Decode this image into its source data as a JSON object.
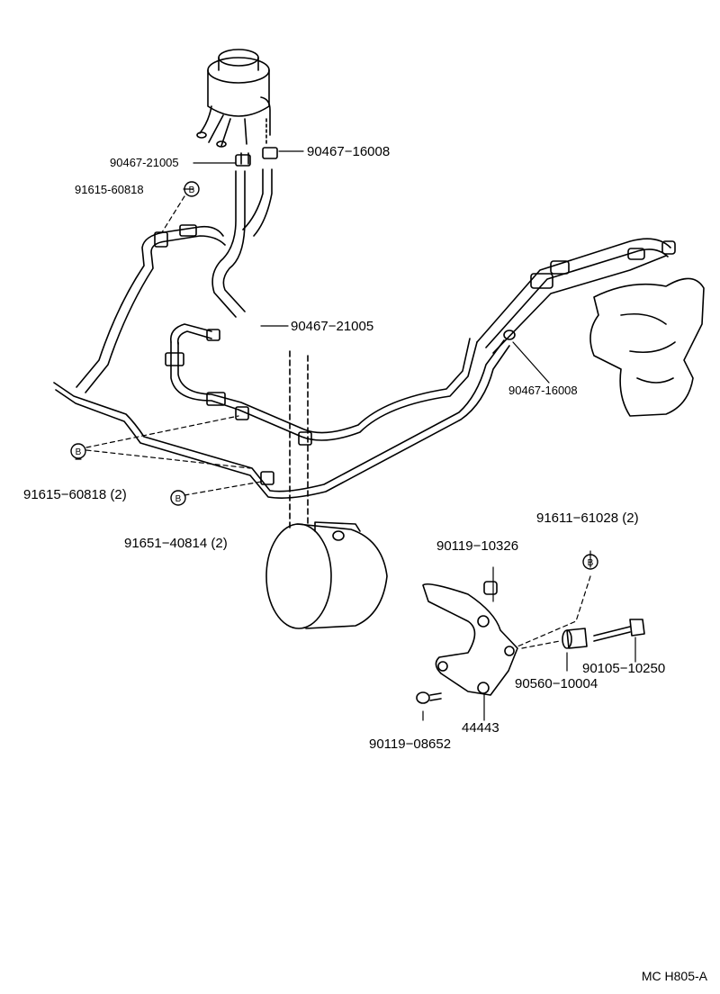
{
  "labels": {
    "clamp_upper_right": "90467−16008",
    "clamp_upper_left": "90467-21005",
    "bolt_upper_left": "91615-60818",
    "clamp_middle": "90467−21005",
    "clamp_right": "90467-16008",
    "bolt_lower_left": "91615−60818 (2)",
    "bolt_lower_mid": "91651−40814 (2)",
    "bolt_bracket_right": "91611−61028 (2)",
    "bolt_bracket_top": "90119−10326",
    "bolt_long": "90105−10250",
    "collar": "90560−10004",
    "bracket": "44443",
    "bolt_bracket_bottom": "90119−08652"
  },
  "bolt_symbol": "B",
  "ref_code": "MC  H805-A"
}
